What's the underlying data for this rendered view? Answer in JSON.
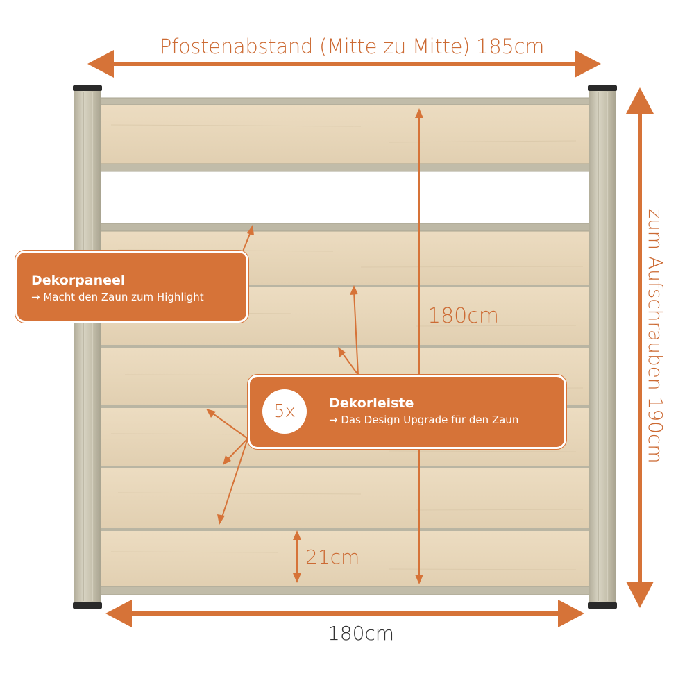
{
  "labels": {
    "post_spacing": "Pfostenabstand (Mitte zu Mitte) 185cm",
    "panel_height": "180cm",
    "panel_width": "180cm",
    "board_height": "21cm",
    "post_length": "zum Aufschrauben 190cm"
  },
  "callouts": {
    "panel": {
      "title": "Dekorpaneel",
      "subtitle": "→ Macht den Zaun zum Highlight"
    },
    "strip": {
      "badge": "5x",
      "title": "Dekorleiste",
      "subtitle": "→ Das Design Upgrade für den Zaun"
    }
  },
  "colors": {
    "accent": "#d67338",
    "post": "#cdc8b5",
    "board": "#e9d9bd",
    "rail": "#b9b5a3"
  }
}
